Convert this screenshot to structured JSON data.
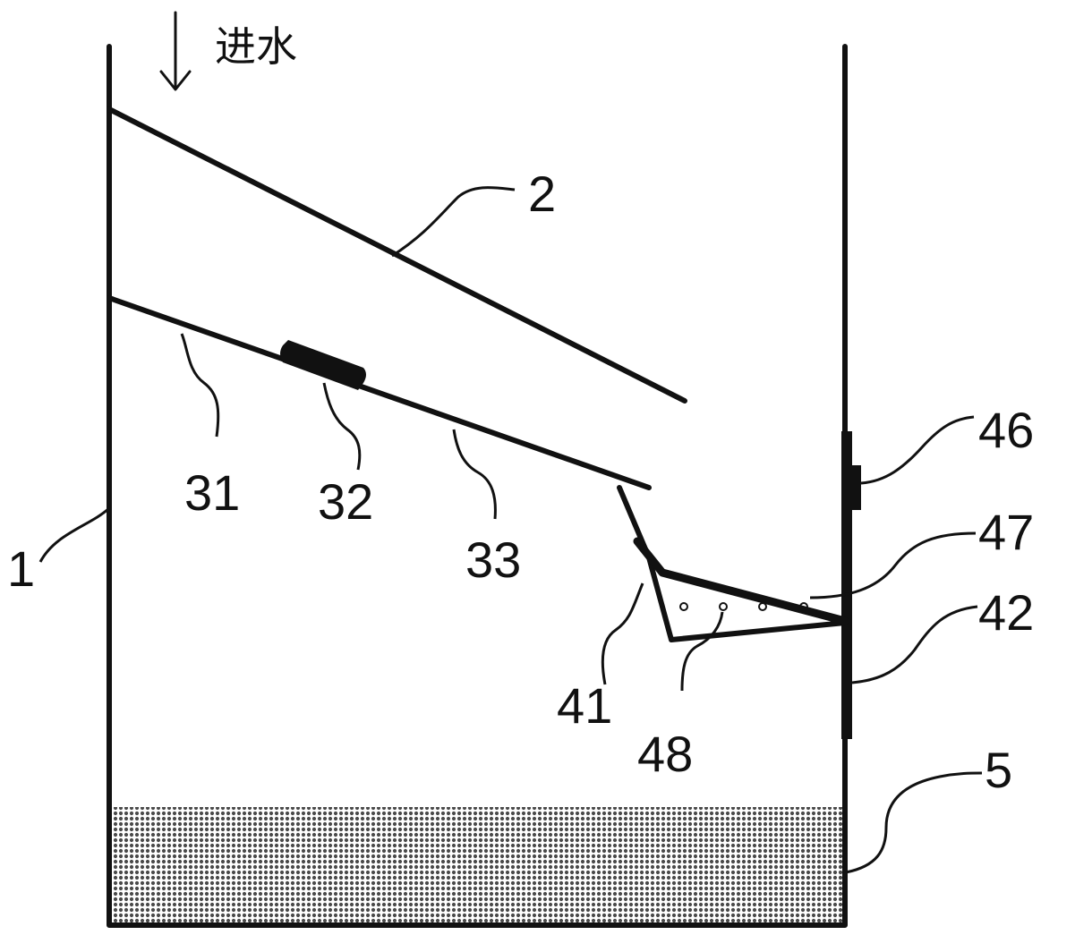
{
  "inlet": {
    "text": "进水"
  },
  "labels": {
    "tank": "1",
    "upper_plate": "2",
    "lower_plate_left": "31",
    "joint": "32",
    "lower_plate_right": "33",
    "trough_side": "41",
    "outlet_strip": "42",
    "wall_fixture": "46",
    "trough_top": "47",
    "holes": "48",
    "sediment": "5"
  },
  "colors": {
    "line": "#111111",
    "sediment_fill": "#555555",
    "background": "#ffffff"
  }
}
